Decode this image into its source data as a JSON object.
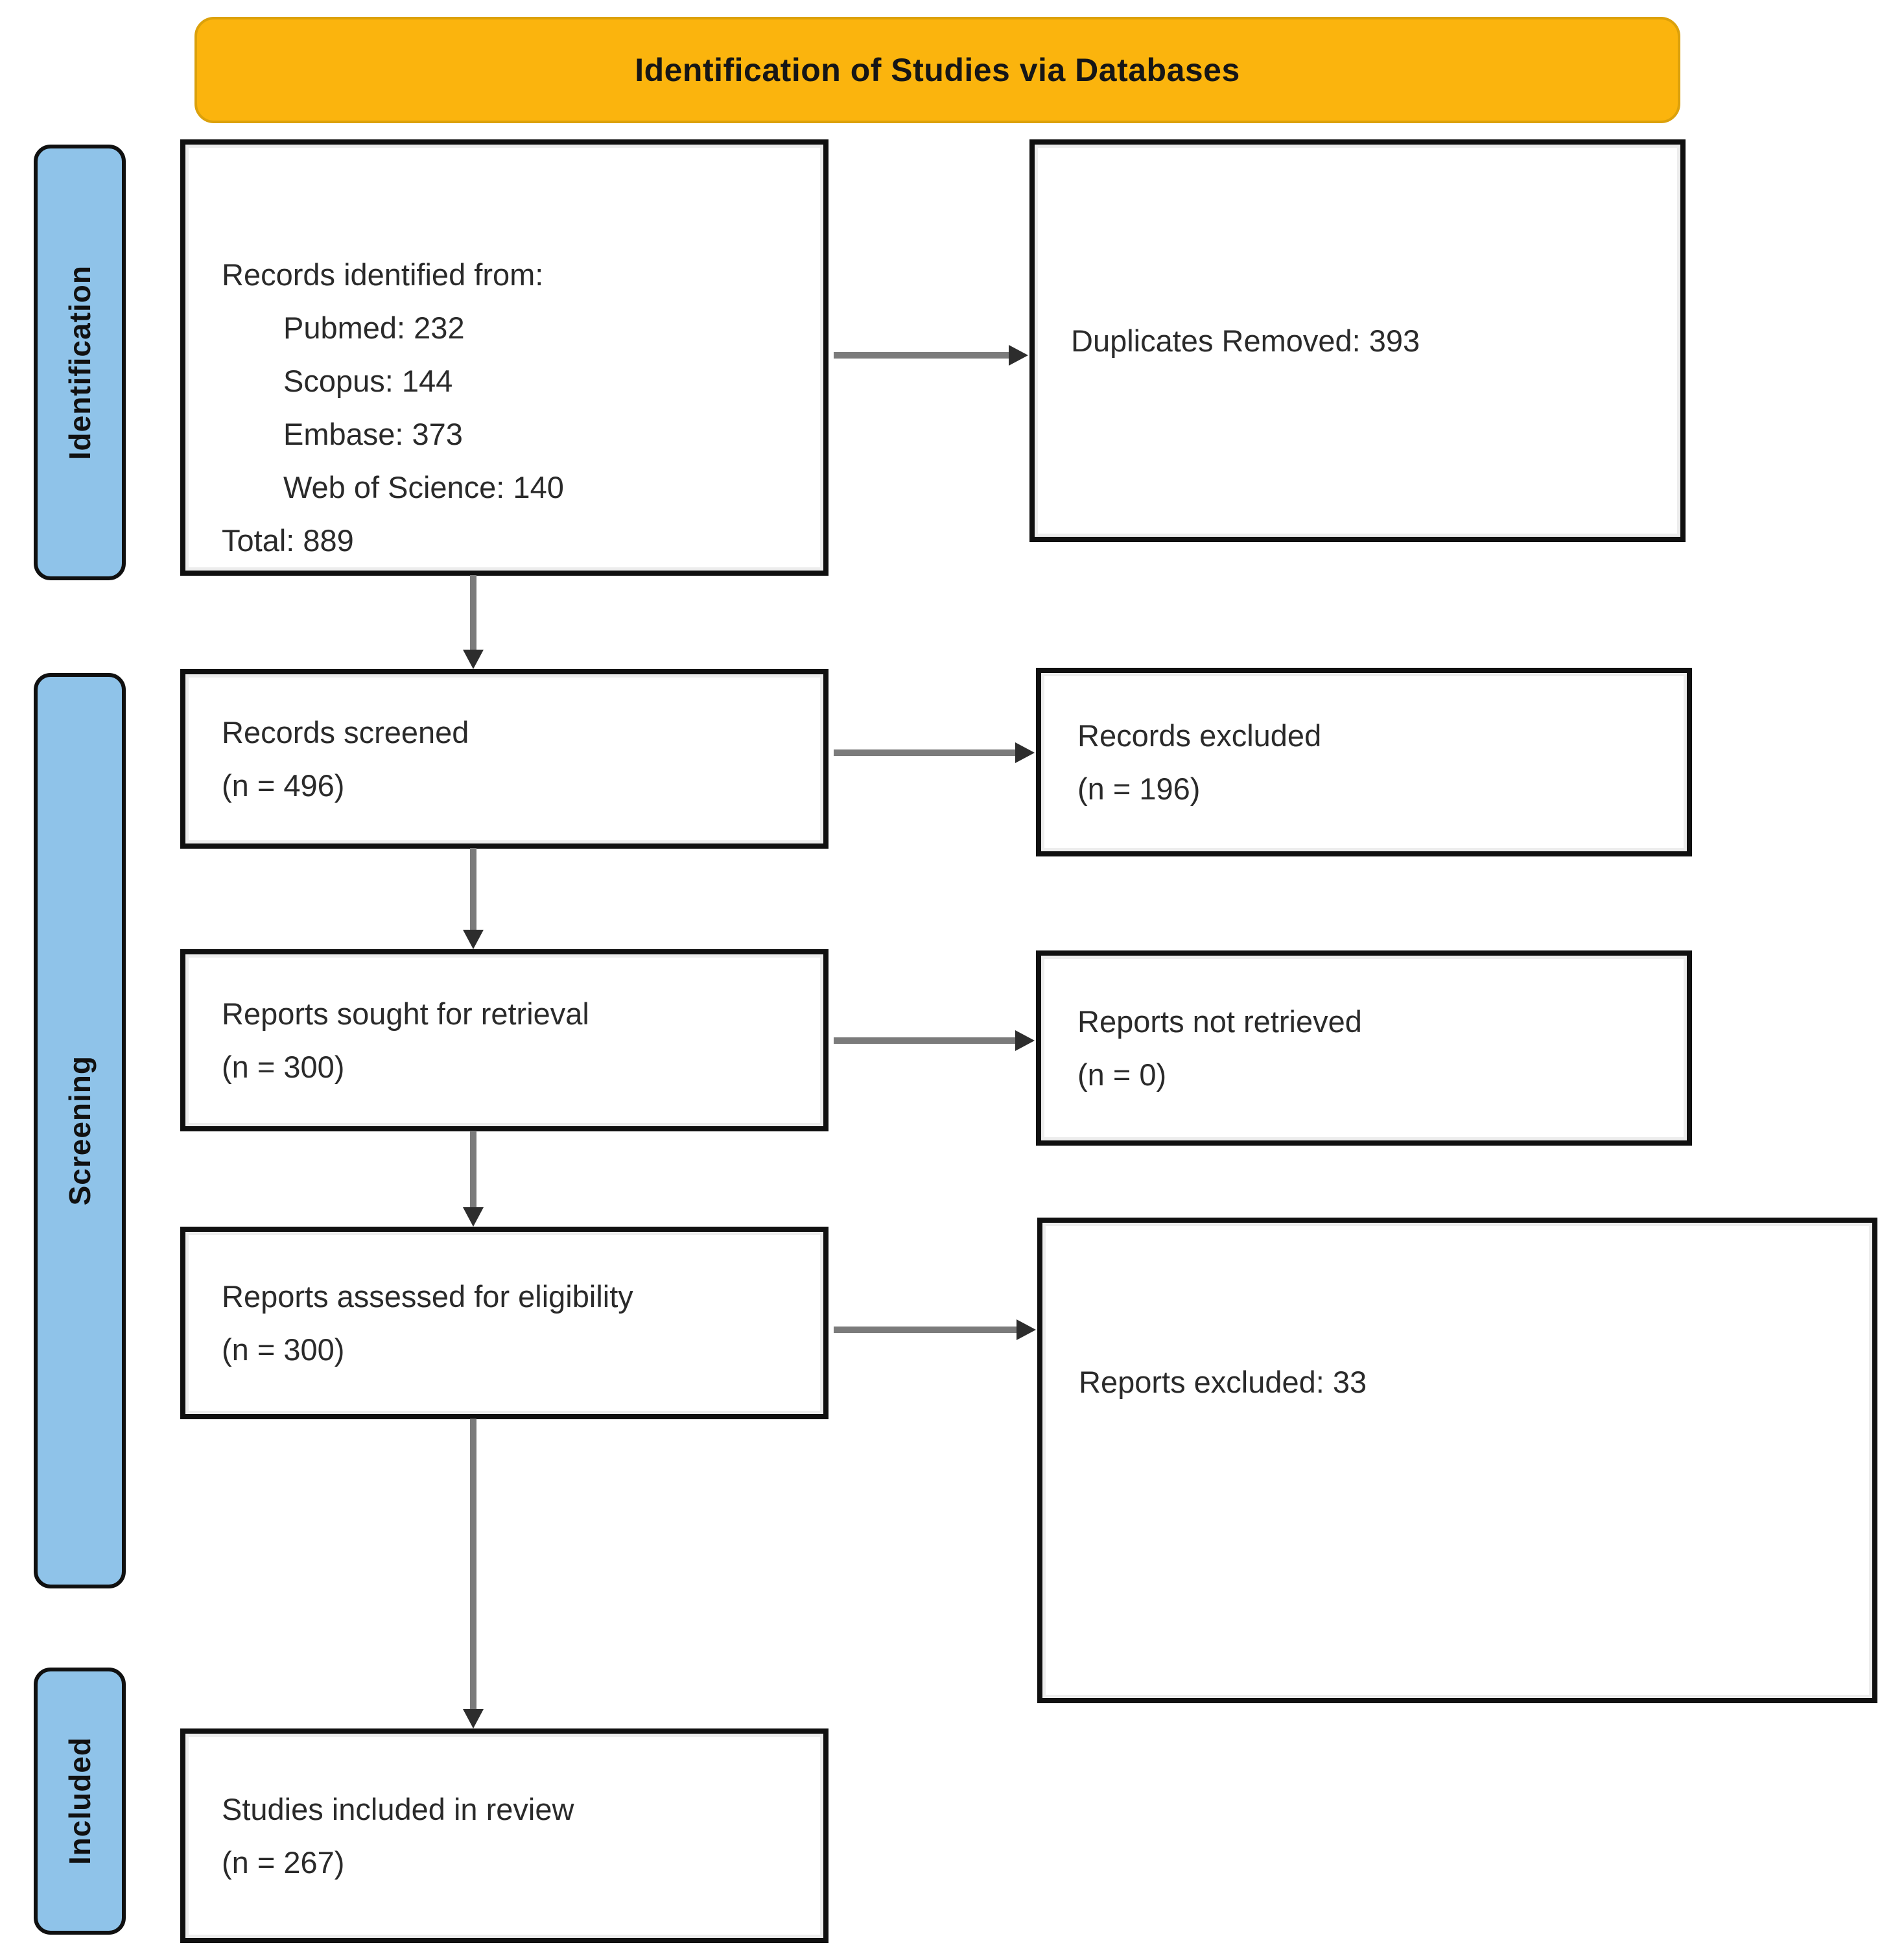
{
  "banner": {
    "title": "Identification of Studies via Databases"
  },
  "sidebar": {
    "stages": [
      {
        "label": "Identification"
      },
      {
        "label": "Screening"
      },
      {
        "label": "Included"
      }
    ]
  },
  "boxes": {
    "records_identified": {
      "lines": [
        "Records identified from:",
        "Pubmed: 232",
        "Scopus: 144",
        "Embase: 373",
        "Web of Science: 140",
        "Total: 889"
      ]
    },
    "duplicates_removed": {
      "lines": [
        "Duplicates Removed: 393"
      ]
    },
    "records_screened": {
      "lines": [
        "Records screened",
        "(n = 496)"
      ]
    },
    "records_excluded": {
      "lines": [
        "Records excluded",
        "(n = 196)"
      ]
    },
    "reports_sought": {
      "lines": [
        "Reports sought for retrieval",
        "(n = 300)"
      ]
    },
    "reports_not_retrieved": {
      "lines": [
        "Reports not retrieved",
        "(n = 0)"
      ]
    },
    "reports_assessed": {
      "lines": [
        "Reports assessed for eligibility",
        "(n = 300)"
      ]
    },
    "reports_excluded": {
      "lines": [
        "Reports excluded: 33"
      ]
    },
    "studies_included": {
      "lines": [
        "Studies included in review",
        "(n = 267)"
      ]
    }
  },
  "colors": {
    "banner_bg": "#FBB40D",
    "banner_border": "#DCA10B",
    "stage_bg": "#8FC3E9",
    "box_border": "#101010",
    "arrow_line": "#7B7B7B",
    "arrow_head": "#2D2D2D"
  }
}
